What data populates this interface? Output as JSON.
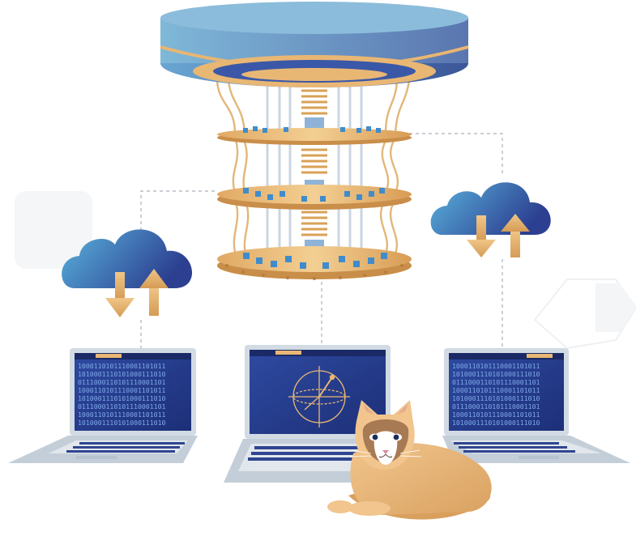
{
  "scene": {
    "subject": "quantum computer connected via cloud to laptops, with a cat",
    "colors": {
      "gold": "#e9b774",
      "gold_dark": "#c98e49",
      "blue_light": "#5ab0dc",
      "blue_dark": "#2b3f8f",
      "screen": "#243a8e",
      "laptop_body": "#c9d4de",
      "wire": "#d6dde6",
      "dash": "#9aa3ad",
      "cat_fur": "#e8b77b"
    },
    "icons": [
      "cloud-upload-download-icon",
      "bloch-sphere-icon",
      "laptop-icon",
      "cat"
    ]
  },
  "screens": {
    "left_lines": [
      "1000110101110001101011",
      "1010001110101000111010",
      "0111000110101110001101",
      "1000110101110001101011",
      "1010001110101000111010",
      "0111000110101110001101",
      "1000110101110001101011",
      "1010001110101000111010"
    ],
    "right_lines": [
      "1000110101110001101011",
      "1010001110101000111010",
      "0111000110101110001101",
      "1000110101110001101011",
      "1010001110101000111010",
      "0111000110101110001101",
      "1000110101110001101011",
      "1010001110101000111010"
    ]
  }
}
